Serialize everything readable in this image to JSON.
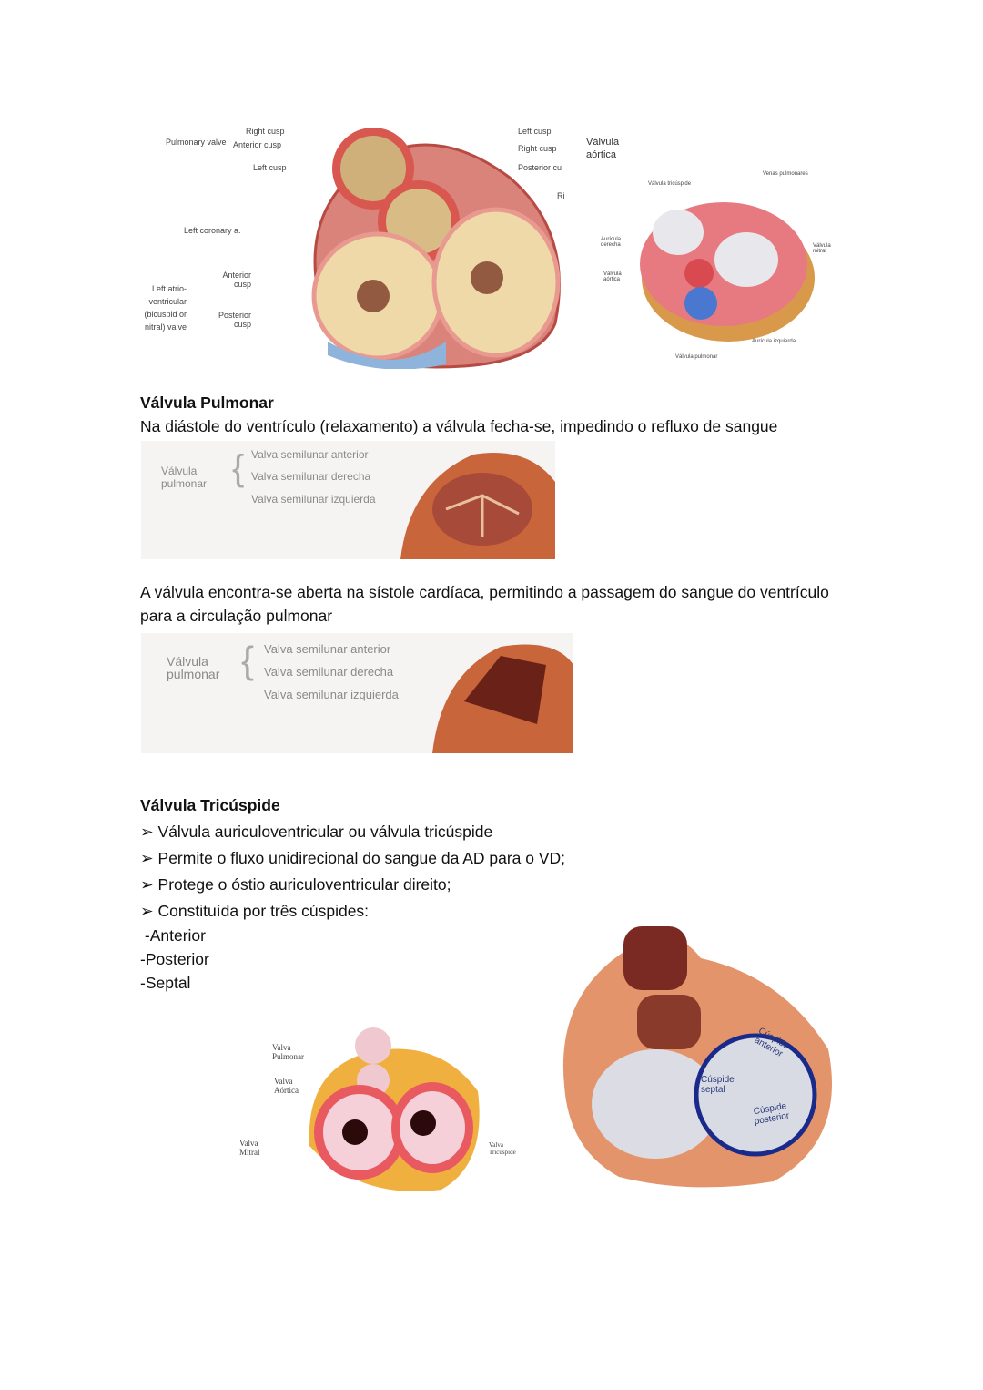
{
  "figure1": {
    "pulmonary_valve": "Pulmonary valve",
    "right_cusp": "Right cusp",
    "anterior_cusp": "Anterior cusp",
    "left_cusp": "Left cusp",
    "left_coronary": "Left coronary a.",
    "anterior": "Anterior cusp",
    "posterior": "Posterior cusp",
    "mitral": "Left atrio-ventricular (bicuspid or nitral) valve",
    "aortic_left_cusp": "Left cusp",
    "aortic_right_cusp": "Right cusp",
    "aortic_posterior_cusp": "Posterior cu",
    "ri": "Ri",
    "valvula_aortica": "Válvula aórtica"
  },
  "figure2": {
    "tricuspide": "Válvula tricúspide",
    "venas": "Venas pulmonares",
    "auricula_derecha": "Aurícula derecha",
    "mitral": "Válvula mitral",
    "aortica": "Válvula aórtica",
    "auricula_izquierda": "Aurícula izquierda",
    "pulmonar": "Válvula pulmonar"
  },
  "section_pulmonar": {
    "title": "Válvula Pulmonar",
    "text1": "Na diástole do ventrículo (relaxamento) a válvula fecha-se, impedindo o refluxo de sangue",
    "text2": "A válvula encontra-se aberta na sístole cardíaca, permitindo a passagem do sangue do ventrículo para a circulação pulmonar",
    "fig_label": "Válvula pulmonar",
    "fig_items": [
      "Valva semilunar anterior",
      "Valva semilunar derecha",
      "Valva semilunar izquierda"
    ]
  },
  "section_tricuspide": {
    "title": "Válvula Tricúspide",
    "bullets": [
      "Válvula auriculoventricular ou válvula tricúspide",
      "Permite o fluxo unidirecional do sangue da AD para o VD;",
      "Protege o óstio auriculoventricular direito;",
      "Constituída por três cúspides:"
    ],
    "bullet_icon": "arrowhead-icon",
    "cusps": [
      " -Anterior",
      "-Posterior",
      "-Septal"
    ]
  },
  "figure3": {
    "pulmonar": "Valva Pulmonar",
    "aortica": "Valva Aórtica",
    "mitral": "Valva Mitral",
    "tricuspide": "Valva Tricúspide"
  },
  "figure4": {
    "anterior": "Cúspide anterior",
    "septal": "Cúspide septal",
    "posterior": "Cúspide posterior",
    "circle_color": "#1a2a8a"
  }
}
